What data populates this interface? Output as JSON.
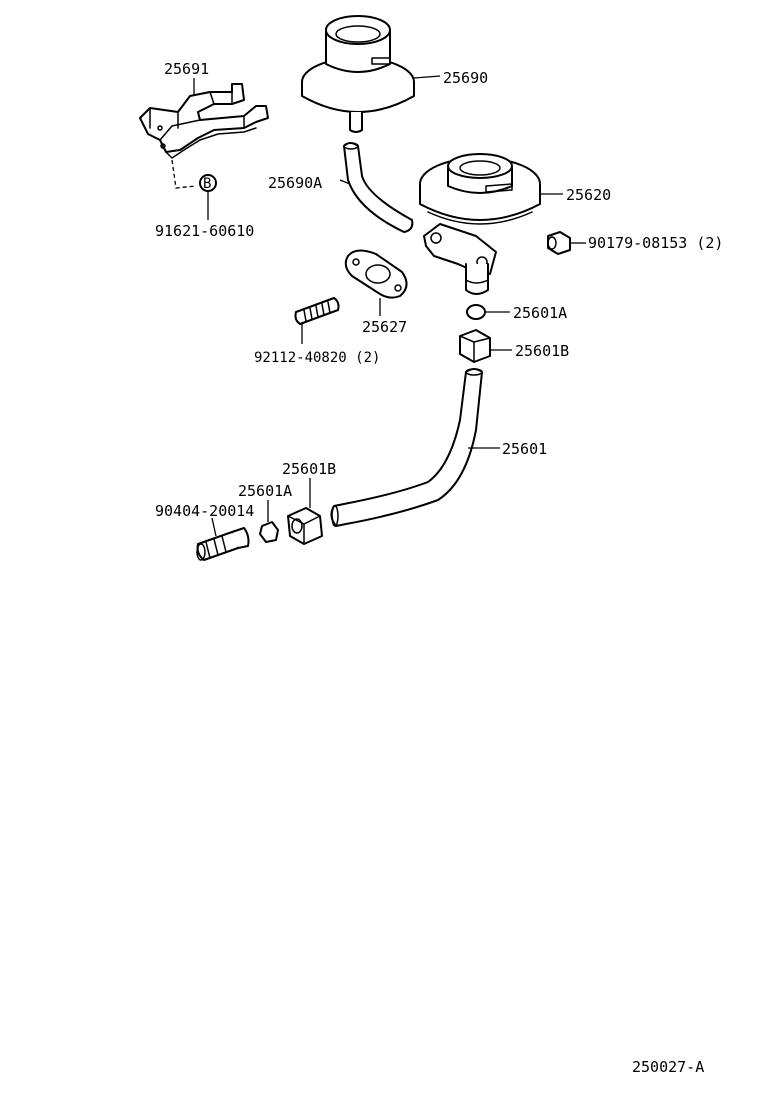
{
  "diagram": {
    "parts": {
      "p25691": "25691",
      "p25690": "25690",
      "p25690A": "25690A",
      "p25620": "25620",
      "p91621": "91621-60610",
      "p90179": "90179-08153 (2)",
      "p25627": "25627",
      "p25601A_top": "25601A",
      "p25601B_top": "25601B",
      "p92112": "92112-40820 (2)",
      "p25601": "25601",
      "p25601B_bottom": "25601B",
      "p25601A_bottom": "25601A",
      "p90404": "90404-20014"
    },
    "callout_letter": "B",
    "figure_id": "250027-A"
  }
}
